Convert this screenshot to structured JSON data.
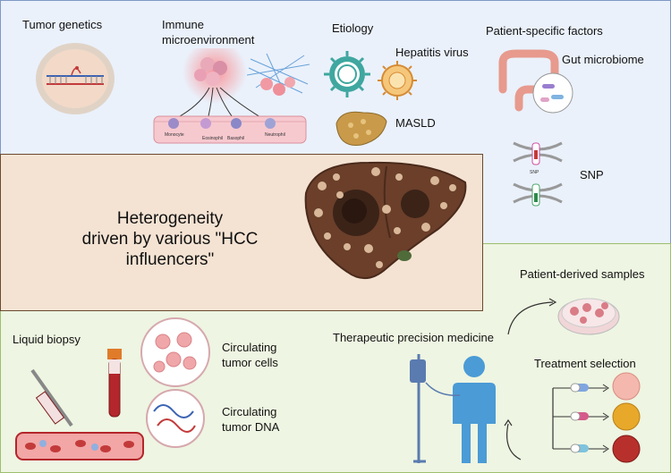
{
  "top": {
    "tumor_genetics": "Tumor genetics",
    "immune_line1": "Immune",
    "immune_line2": "microenvironment",
    "cell_labels": [
      "Monocyte",
      "Eosinophil",
      "Basophil",
      "Neutrophil"
    ],
    "etiology": "Etiology",
    "hepatitis": "Hepatitis virus",
    "masld": "MASLD",
    "patient_factors": "Patient-specific factors",
    "gut": "Gut microbiome",
    "snp": "SNP",
    "snp_small": "SNP"
  },
  "center": {
    "headline_line1": "Heterogeneity",
    "headline_line2": "driven by various \"HCC influencers\""
  },
  "bottom": {
    "liquid_biopsy": "Liquid biopsy",
    "ctc_line1": "Circulating",
    "ctc_line2": "tumor cells",
    "ctdna_line1": "Circulating",
    "ctdna_line2": "tumor DNA",
    "precision": "Therapeutic precision medicine",
    "pds": "Patient-derived samples",
    "treatment": "Treatment selection"
  },
  "colors": {
    "top_bg": "#eaf1fb",
    "bottom_bg": "#eef5e2",
    "center_bg": "#f4e3d3",
    "liver": "#6b3f2a",
    "blood": "#b3262b",
    "patient": "#4a9bd6"
  }
}
